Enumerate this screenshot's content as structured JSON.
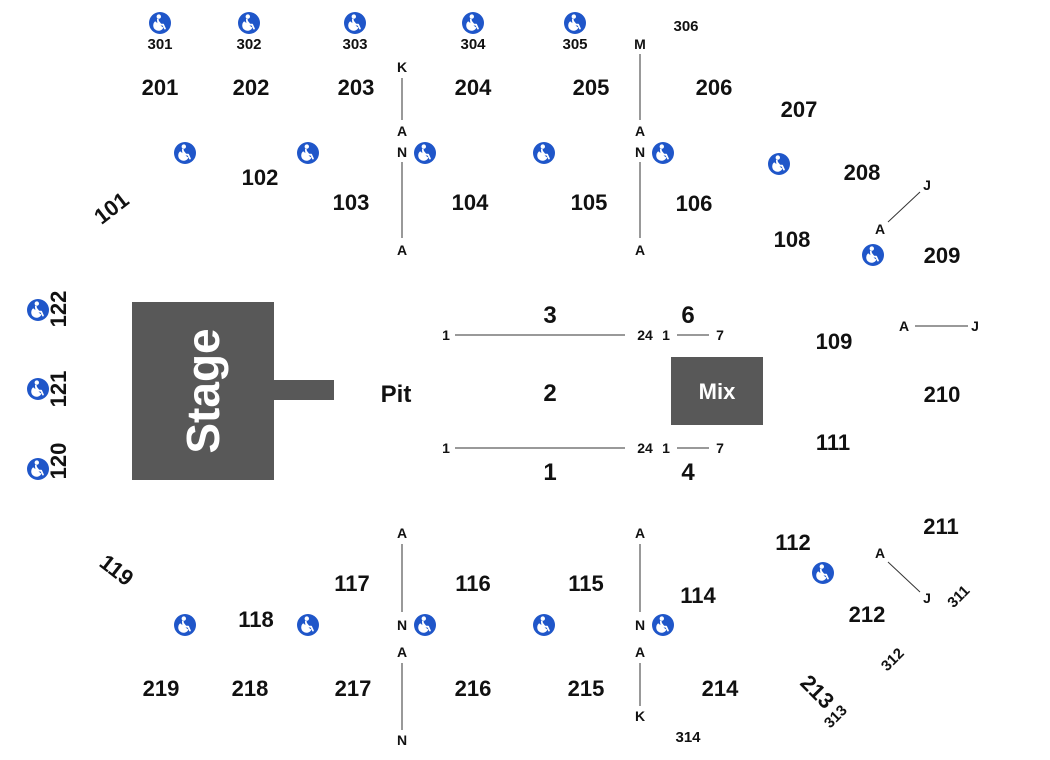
{
  "venue": {
    "stage_label": "Stage",
    "mix_label": "Mix",
    "pit_label": "Pit"
  },
  "sections_300": [
    "301",
    "302",
    "303",
    "304",
    "305",
    "306",
    "311",
    "312",
    "313",
    "314"
  ],
  "sections_200": [
    "201",
    "202",
    "203",
    "204",
    "205",
    "206",
    "207",
    "208",
    "209",
    "210",
    "211",
    "212",
    "213",
    "214",
    "215",
    "216",
    "217",
    "218",
    "219"
  ],
  "sections_100": [
    "101",
    "102",
    "103",
    "104",
    "105",
    "106",
    "108",
    "109",
    "111",
    "112",
    "114",
    "115",
    "116",
    "117",
    "118",
    "119",
    "120",
    "121",
    "122"
  ],
  "floor_sections": [
    "1",
    "2",
    "3",
    "4",
    "6"
  ],
  "row_markers": {
    "k": "K",
    "a": "A",
    "n": "N",
    "m": "M",
    "j": "J",
    "seat_1": "1",
    "seat_24": "24",
    "seat_7": "7"
  },
  "icons": {
    "accessible": "wheelchair-icon"
  },
  "colors": {
    "stage": "#585858",
    "accessible": "#1f56c9",
    "text": "#111111"
  }
}
